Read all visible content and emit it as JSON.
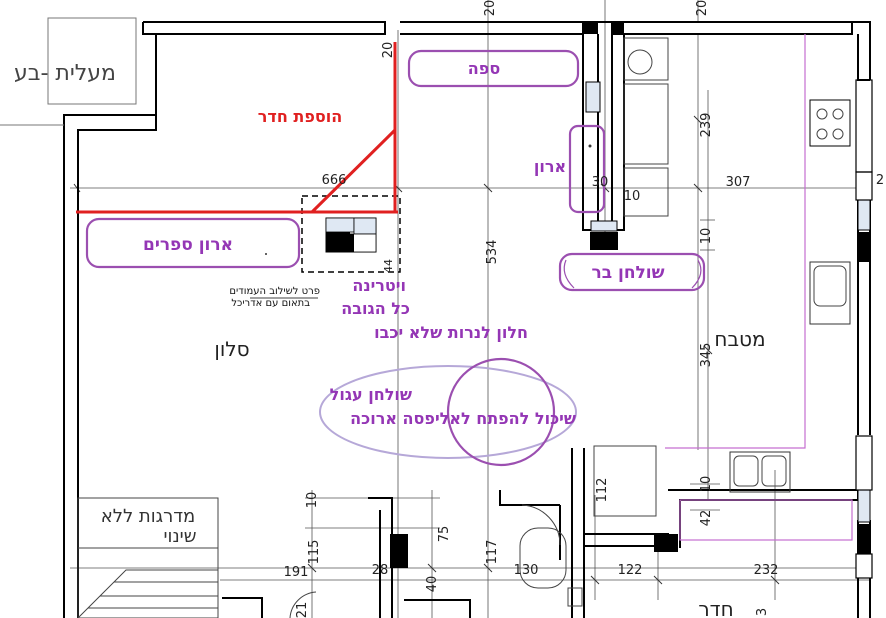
{
  "colors": {
    "wall": "#000000",
    "dim_line": "#555555",
    "red_markup": "#e02020",
    "purple_markup": "#9b4fb0",
    "purple_text": "#9436b5",
    "kitchen_outline": "#c56fd0",
    "round_table": "#b6a8d8"
  },
  "labels": {
    "stairwell": "מעלית -בע",
    "add_room": "הוספת חדר",
    "sofa": "ספה",
    "closet": "ארון",
    "bookcase": "ארון ספרים",
    "bar_table": "שולחן בר",
    "vitrine_1": "ויטרינה",
    "vitrine_2": "כל הגובה",
    "vitrine_3": "חלון לנרות שלא יכבו",
    "round_table_1": "שולחן עגול",
    "round_table_2": "שיכול להפתח לאליפסה ארוכה",
    "living_room": "סלון",
    "kitchen": "מטבח",
    "stairs_1": "מדרגות ללא",
    "stairs_2": "שינוי",
    "column_note_1": "פרט לשילוב העמודים",
    "column_note_2": "בתאום עם אדריכל",
    "room_bottom": "חדר"
  },
  "dimensions": {
    "d666": "666",
    "d307": "307",
    "d534": "534",
    "d239": "239",
    "d345": "345",
    "d20a": "20",
    "d20b": "20",
    "d20c": "20",
    "d30": "30",
    "d10a": "10",
    "d10b": "10",
    "d10c": "10",
    "d10d": "10",
    "d44": "44",
    "d112": "112",
    "d42": "42",
    "d115": "115",
    "d191": "191",
    "d28": "28",
    "d75": "75",
    "d40": "40",
    "d117": "117",
    "d130": "130",
    "d122": "122",
    "d232": "232",
    "d21": "21",
    "d2": "2",
    "d3": "3"
  }
}
